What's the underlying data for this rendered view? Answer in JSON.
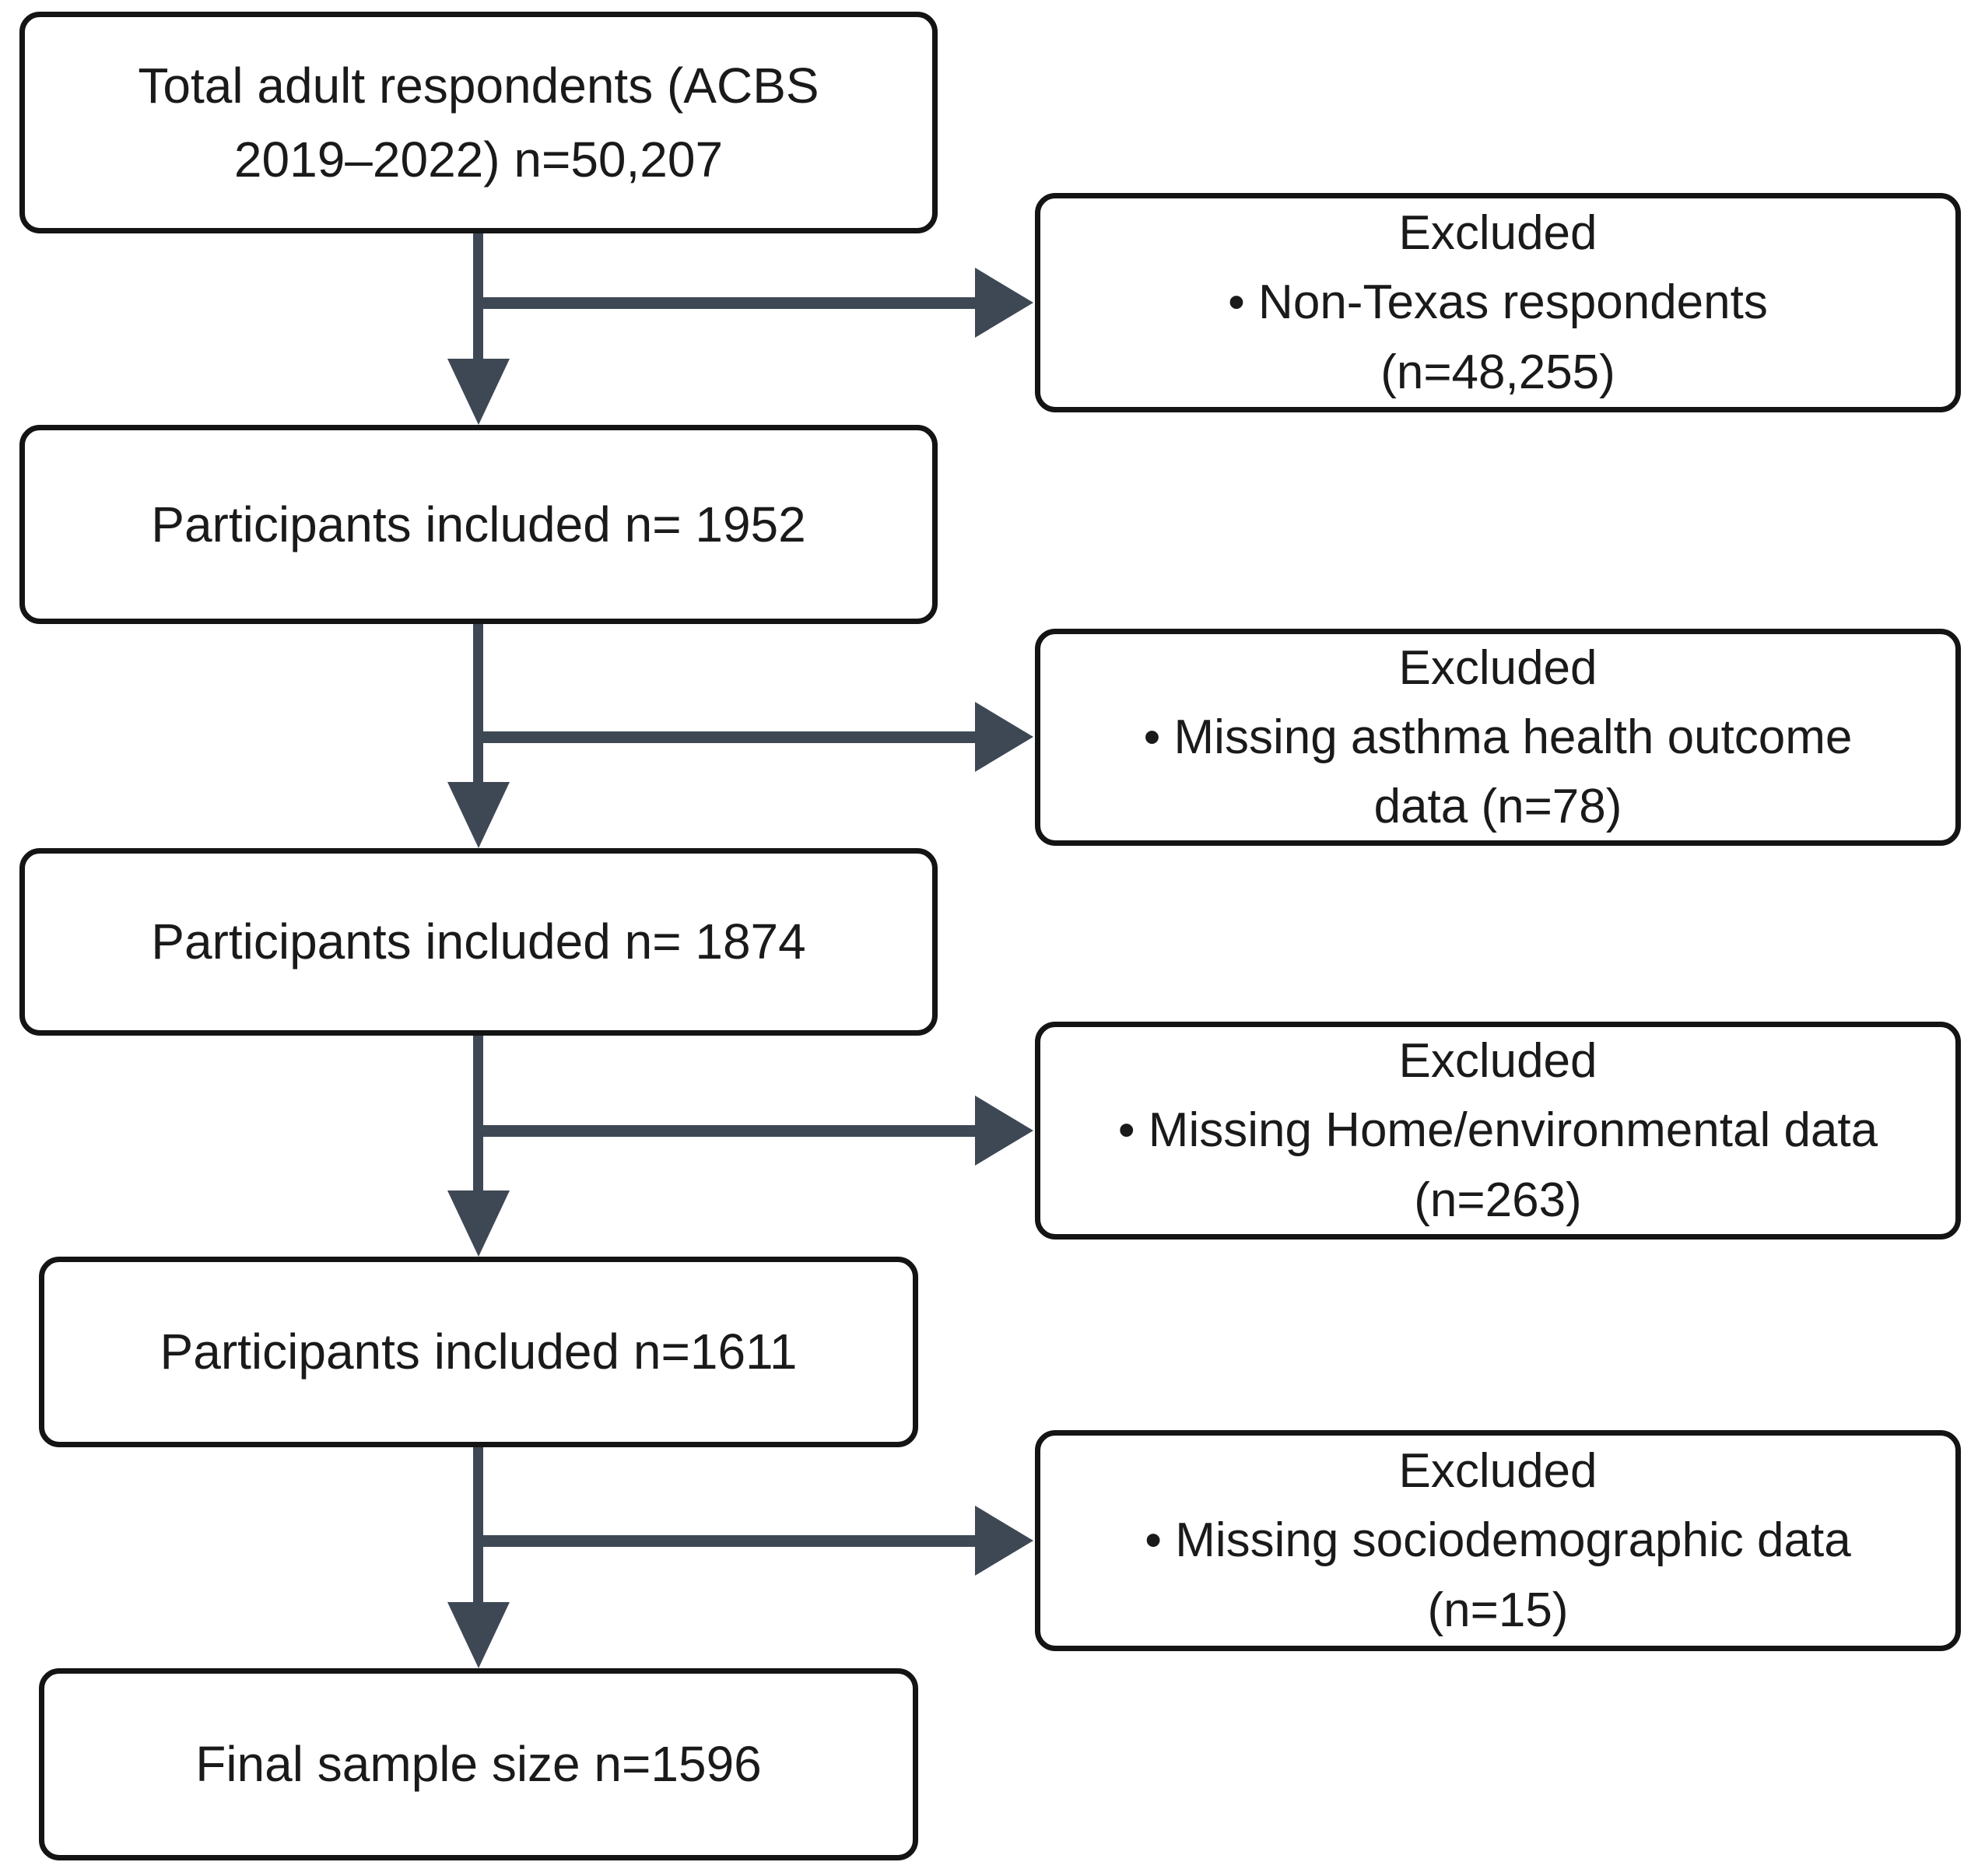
{
  "diagram": {
    "type": "participant-flow-diagram",
    "colors": {
      "background": "#ffffff",
      "box_fill": "#ffffff",
      "box_border": "#141414",
      "arrow": "#3e4855",
      "text": "#1a1a1a"
    },
    "main_boxes": [
      {
        "name": "total-respondents",
        "lines": [
          "Total adult respondents (ACBS",
          "2019–2022) n=50,207"
        ]
      },
      {
        "name": "included-1952",
        "lines": [
          "Participants included n= 1952"
        ]
      },
      {
        "name": "included-1874",
        "lines": [
          "Participants included n= 1874"
        ]
      },
      {
        "name": "included-1611",
        "lines": [
          "Participants included n=1611"
        ]
      },
      {
        "name": "final-sample",
        "lines": [
          "Final sample size n=1596"
        ]
      }
    ],
    "excluded_boxes": [
      {
        "name": "excluded-non-texas",
        "lines": [
          "Excluded",
          "• Non-Texas respondents",
          "(n=48,255)"
        ]
      },
      {
        "name": "excluded-missing-asthma-outcome",
        "lines": [
          "Excluded",
          "• Missing asthma health outcome",
          "data (n=78)"
        ]
      },
      {
        "name": "excluded-missing-home-environmental",
        "lines": [
          "Excluded",
          "• Missing Home/environmental data",
          "(n=263)"
        ]
      },
      {
        "name": "excluded-missing-sociodemographic",
        "lines": [
          "Excluded",
          "• Missing sociodemographic data",
          "(n=15)"
        ]
      }
    ]
  }
}
